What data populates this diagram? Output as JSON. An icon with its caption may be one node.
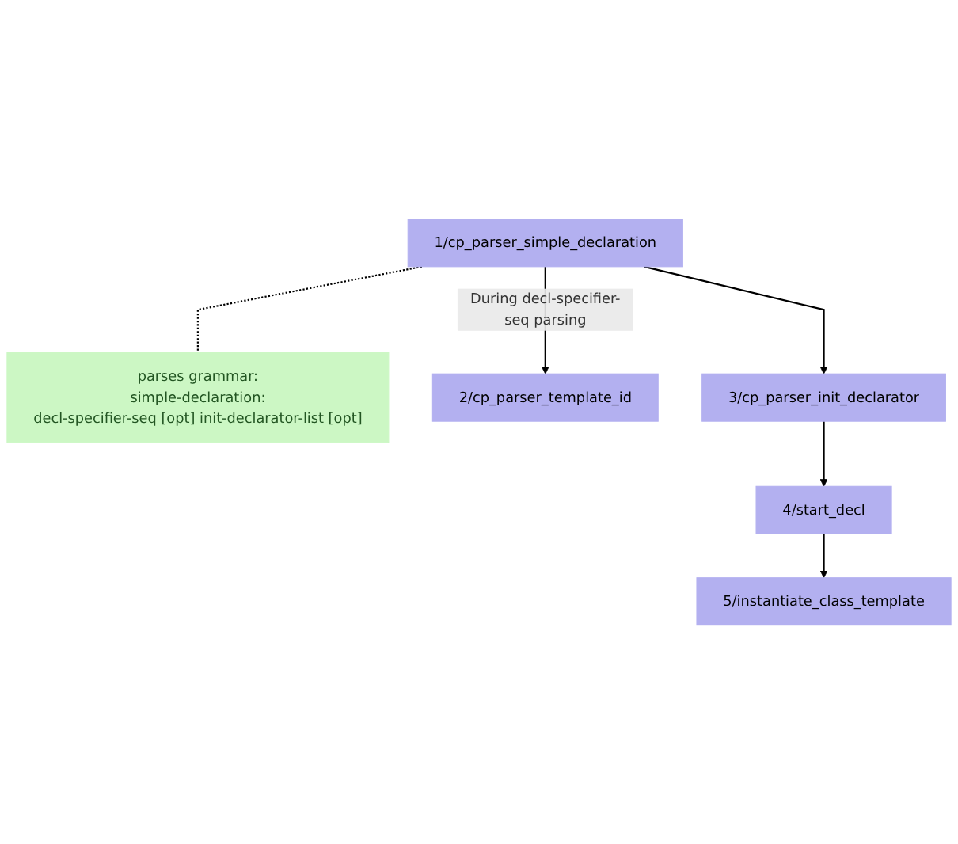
{
  "diagram": {
    "nodes": [
      {
        "text": [
          "1/cp_parser_simple_declaration"
        ]
      },
      {
        "text": [
          "parses grammar:",
          "simple-declaration:",
          "decl-specifier-seq [opt] init-declarator-list [opt]"
        ]
      },
      {
        "text": [
          "2/cp_parser_template_id"
        ]
      },
      {
        "text": [
          "3/cp_parser_init_declarator"
        ]
      },
      {
        "text": [
          "4/start_decl"
        ]
      },
      {
        "text": [
          "5/instantiate_class_template"
        ]
      }
    ],
    "edges": [
      {
        "from": 0,
        "to": 1,
        "arrow": "none",
        "style": "dashed"
      },
      {
        "from": 0,
        "to": 2,
        "arrow": "to",
        "label": "During decl-specifier-seq parsing"
      },
      {
        "from": 0,
        "to": 3,
        "arrow": "to"
      },
      {
        "from": 3,
        "to": 4,
        "arrow": "to"
      },
      {
        "from": 4,
        "to": 5,
        "arrow": "to"
      }
    ]
  }
}
